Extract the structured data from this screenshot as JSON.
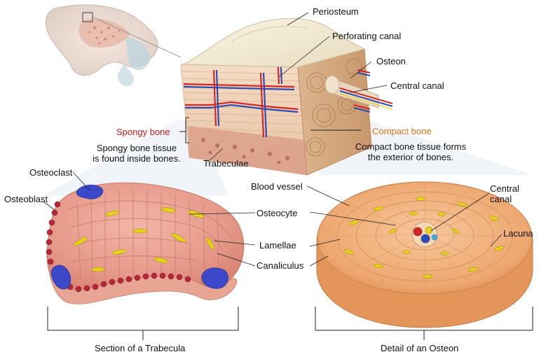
{
  "labels": {
    "periosteum": "Periosteum",
    "perforating_canal": "Perforating canal",
    "osteon": "Osteon",
    "central_canal": "Central canal",
    "spongy_bone": "Spongy bone",
    "spongy_desc_line1": "Spongy bone tissue",
    "spongy_desc_line2": "is found inside bones.",
    "compact_bone": "Compact bone",
    "compact_desc_line1": "Compact bone tissue forms",
    "compact_desc_line2": "the exterior of bones.",
    "trabeculae": "Trabeculae",
    "osteoclast": "Osteoclast",
    "osteoblast": "Osteoblast",
    "osteocyte": "Osteocyte",
    "lamellae": "Lamellae",
    "canaliculus": "Canaliculus",
    "blood_vessel": "Blood vessel",
    "central_canal_right_line1": "Central",
    "central_canal_right_line2": "canal",
    "lacuna": "Lacuna",
    "section_trabecula": "Section of a Trabecula",
    "detail_osteon": "Detail of an Osteon"
  },
  "colors": {
    "spongy_highlight": "#cc1a1a",
    "compact_highlight": "#e8731a",
    "bone_pink": "#e8a090",
    "bone_orange": "#f0b07a",
    "osteocyte_yellow": "#e6d21a",
    "vessel_red": "#d0282a",
    "vessel_blue": "#2d4bb5",
    "osteoclast_blue": "#3b48c8"
  }
}
